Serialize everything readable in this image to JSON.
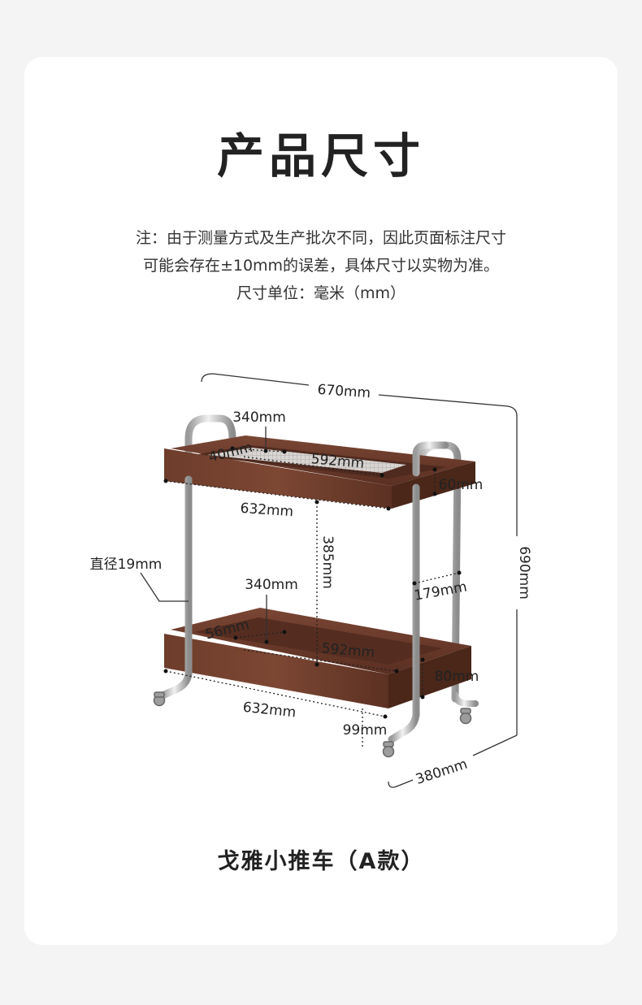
{
  "title": "产品尺寸",
  "notes": [
    "注：由于测量方式及生产批次不同，因此页面标注尺寸",
    "可能会存在±10mm的误差，具体尺寸以实物为准。",
    "尺寸单位：毫米（mm）"
  ],
  "dimensions": {
    "overall_width": "670mm",
    "overall_height": "690mm",
    "overall_depth": "380mm",
    "top_tray_inner_depth": "340mm",
    "top_tray_edge": "40mm",
    "top_tray_inner_length": "592mm",
    "top_tray_height": "60mm",
    "top_tray_length": "632mm",
    "tier_gap": "385mm",
    "tube_diameter": "直径19mm",
    "bottom_tray_inner_depth": "340mm",
    "bottom_tray_edge": "56mm",
    "bottom_tray_inner_length": "592mm",
    "side_depth": "179mm",
    "bottom_tray_height": "80mm",
    "bottom_tray_length": "632mm",
    "ground_clearance": "99mm"
  },
  "caption": "戈雅小推车（A款）",
  "colors": {
    "wood": "#6b3a2a",
    "wood_dark": "#4e2a1e",
    "chrome": "#c9c9c9",
    "background": "#f4f4f4",
    "card": "#ffffff"
  }
}
